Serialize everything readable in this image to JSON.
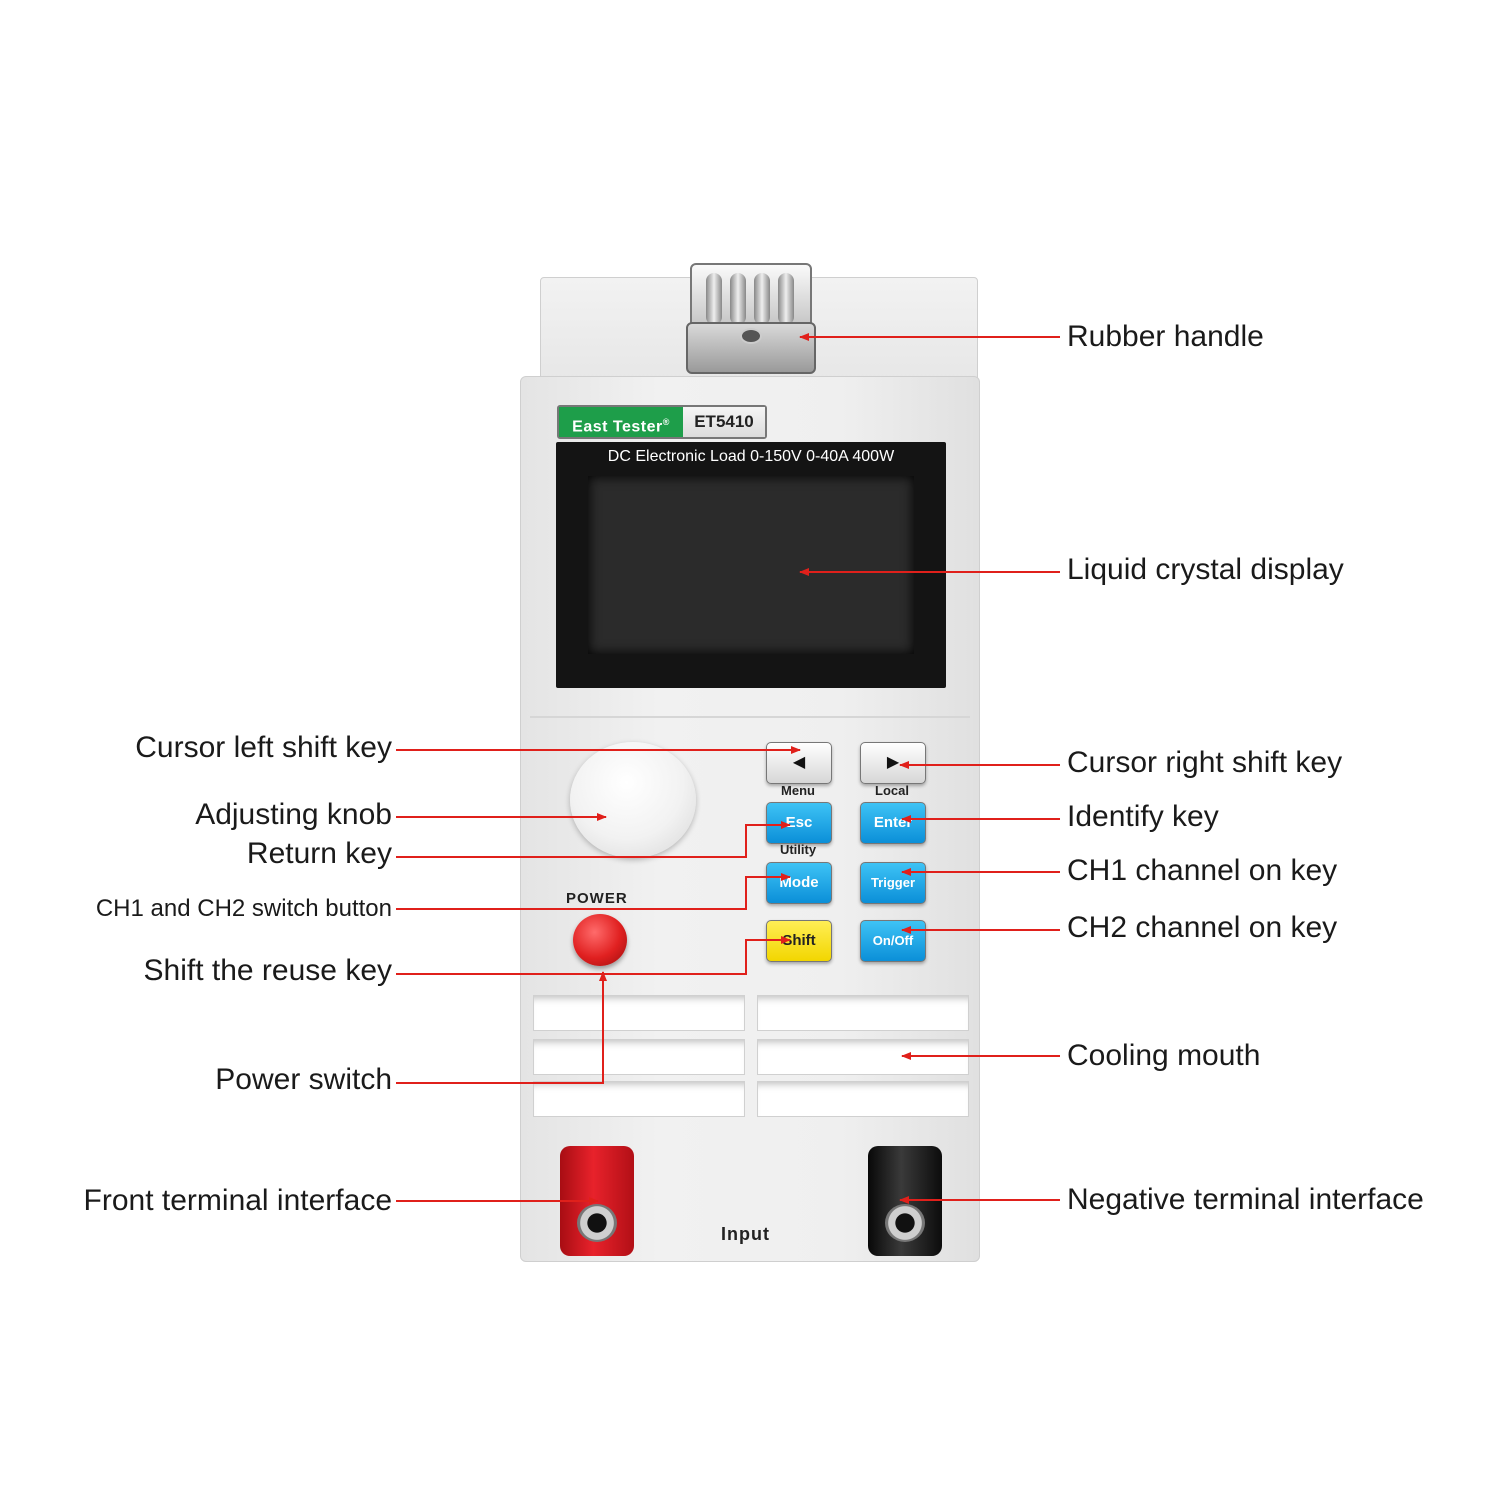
{
  "device": {
    "brand": "East Tester",
    "brand_mark": "®",
    "model": "ET5410",
    "lcd_caption": "DC Electronic Load 0-150V 0-40A 400W",
    "power_label": "POWER",
    "input_label": "Input",
    "keys": {
      "left": "◀",
      "right": "▶",
      "esc": "Esc",
      "enter": "Enter",
      "mode": "Mode",
      "trigger": "Trigger",
      "shift": "Shift",
      "onoff": "On/Off"
    },
    "key_labels": {
      "menu": "Menu",
      "local": "Local",
      "utility": "Utility"
    }
  },
  "callouts": {
    "rubber_handle": "Rubber handle",
    "lcd": "Liquid crystal display",
    "cursor_left": "Cursor left shift key",
    "cursor_right": "Cursor right shift key",
    "knob": "Adjusting knob",
    "identify": "Identify key",
    "return": "Return key",
    "ch1_on": "CH1 channel on key",
    "ch_switch": "CH1 and CH2 switch button",
    "ch2_on": "CH2 channel on key",
    "shift_reuse": "Shift the reuse key",
    "cooling": "Cooling mouth",
    "power_switch": "Power switch",
    "front_terminal": "Front terminal interface",
    "negative_terminal": "Negative terminal interface"
  },
  "colors": {
    "leader_line": "#e0201b",
    "brand_green": "#1e9e4a",
    "key_blue": "#1aa6e6",
    "key_yellow": "#f7e21c"
  }
}
